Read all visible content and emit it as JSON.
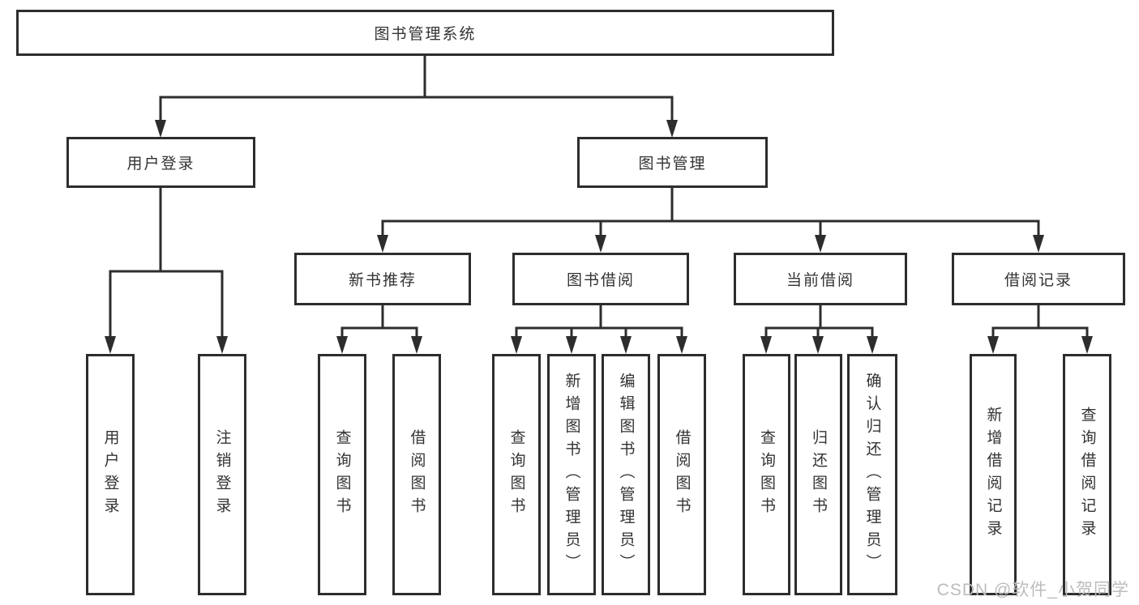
{
  "diagram": {
    "root": {
      "label": "图书管理系统"
    },
    "branches": {
      "user_login": {
        "label": "用户登录",
        "children": [
          "用户登录",
          "注销登录"
        ]
      },
      "book_mgmt": {
        "label": "图书管理"
      }
    },
    "modules": {
      "new_books": {
        "label": "新书推荐",
        "children": [
          "查询图书",
          "借阅图书"
        ]
      },
      "borrowing": {
        "label": "图书借阅",
        "children": [
          "查询图书",
          "新增图书（管理员）",
          "编辑图书（管理员）",
          "借阅图书"
        ]
      },
      "current": {
        "label": "当前借阅",
        "children": [
          "查询图书",
          "归还图书",
          "确认归还（管理员）"
        ]
      },
      "records": {
        "label": "借阅记录",
        "children": [
          "新增借阅记录",
          "查询借阅记录"
        ]
      }
    }
  },
  "watermark": "CSDN @软件_小贺同学",
  "colors": {
    "line": "#2d2d2d",
    "text": "#333333",
    "watermark": "#bcbcbc"
  }
}
